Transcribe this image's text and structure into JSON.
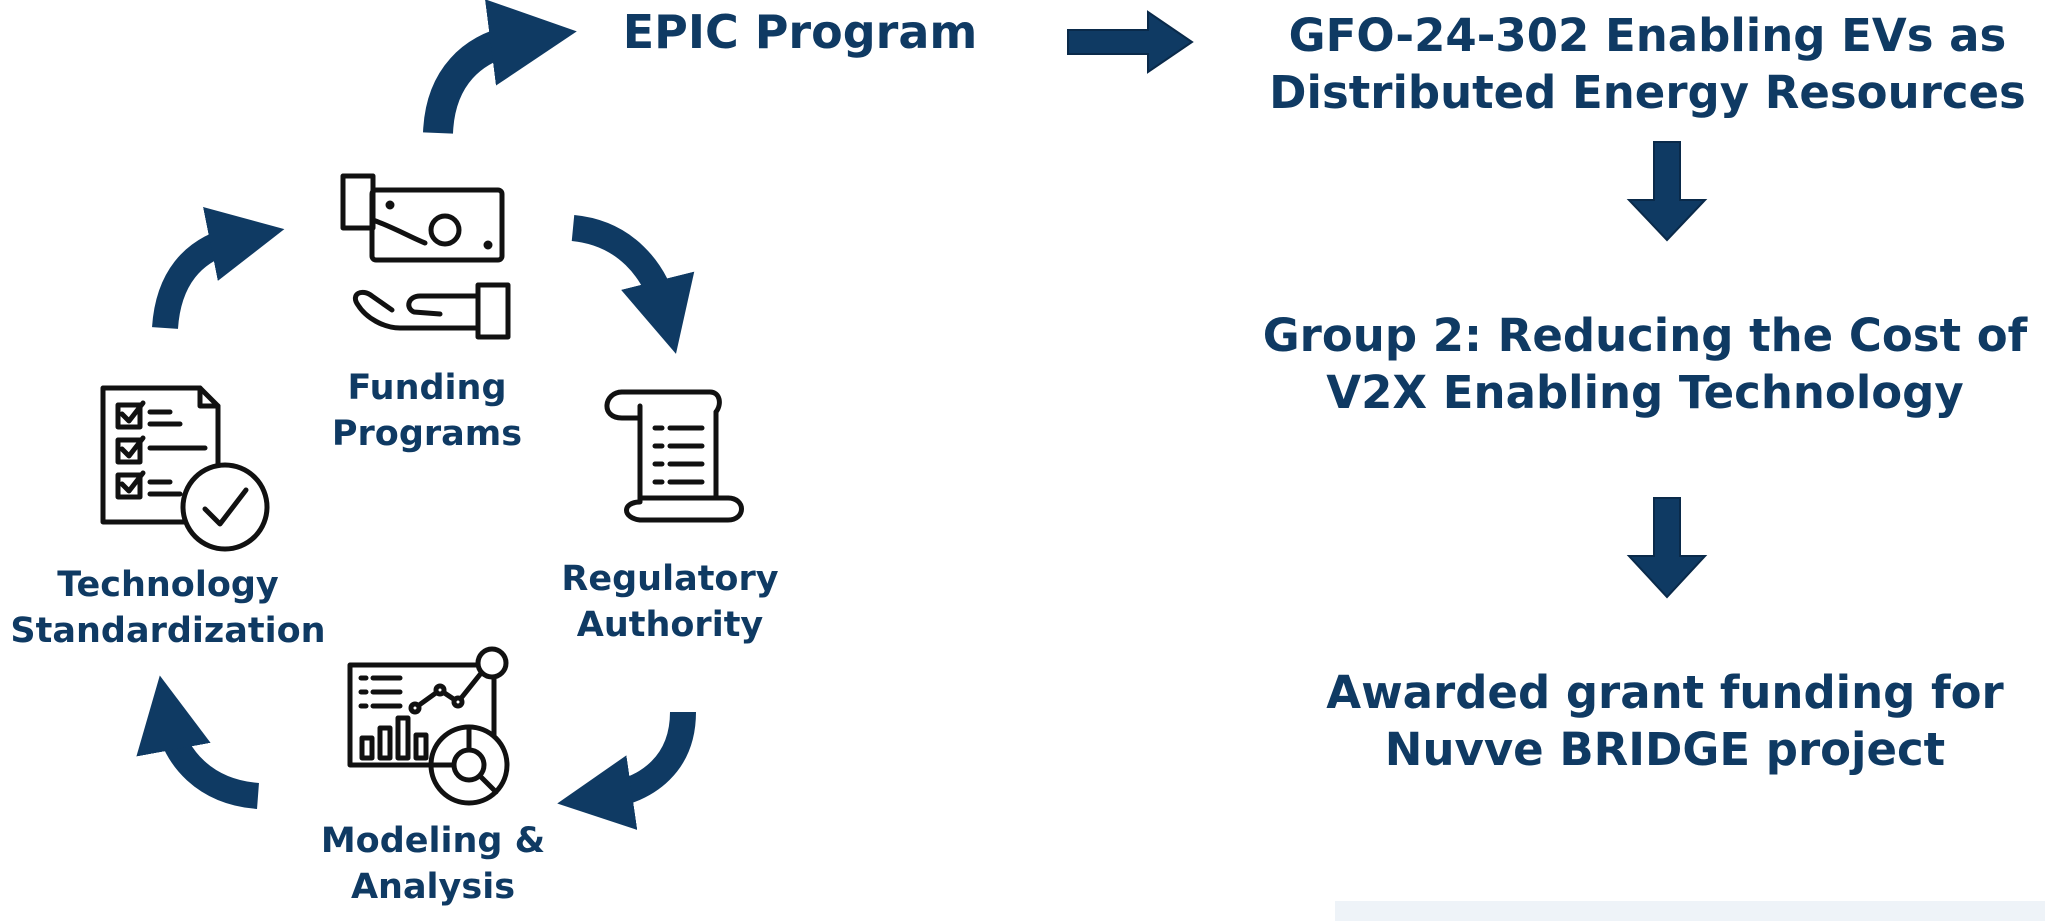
{
  "colors": {
    "primary": "#0f3a63",
    "icon_stroke": "#111111",
    "background": "#ffffff"
  },
  "cycle": {
    "funding_programs": {
      "line1": "Funding",
      "line2": "Programs",
      "icon": "money-hand-icon"
    },
    "regulatory_authority": {
      "line1": "Regulatory",
      "line2": "Authority",
      "icon": "scroll-icon"
    },
    "modeling_analysis": {
      "line1": "Modeling &",
      "line2": "Analysis",
      "icon": "analytics-dashboard-icon"
    },
    "technology_standardization": {
      "line1": "Technology",
      "line2": "Standardization",
      "icon": "checklist-icon"
    }
  },
  "flow": {
    "epic_program": "EPIC Program",
    "gfo": {
      "line1": "GFO-24-302 Enabling EVs as",
      "line2": "Distributed Energy Resources"
    },
    "group2": {
      "line1": "Group 2: Reducing the Cost of",
      "line2": "V2X Enabling Technology"
    },
    "award": {
      "line1": "Awarded grant funding for",
      "line2": "Nuvve BRIDGE project"
    }
  }
}
